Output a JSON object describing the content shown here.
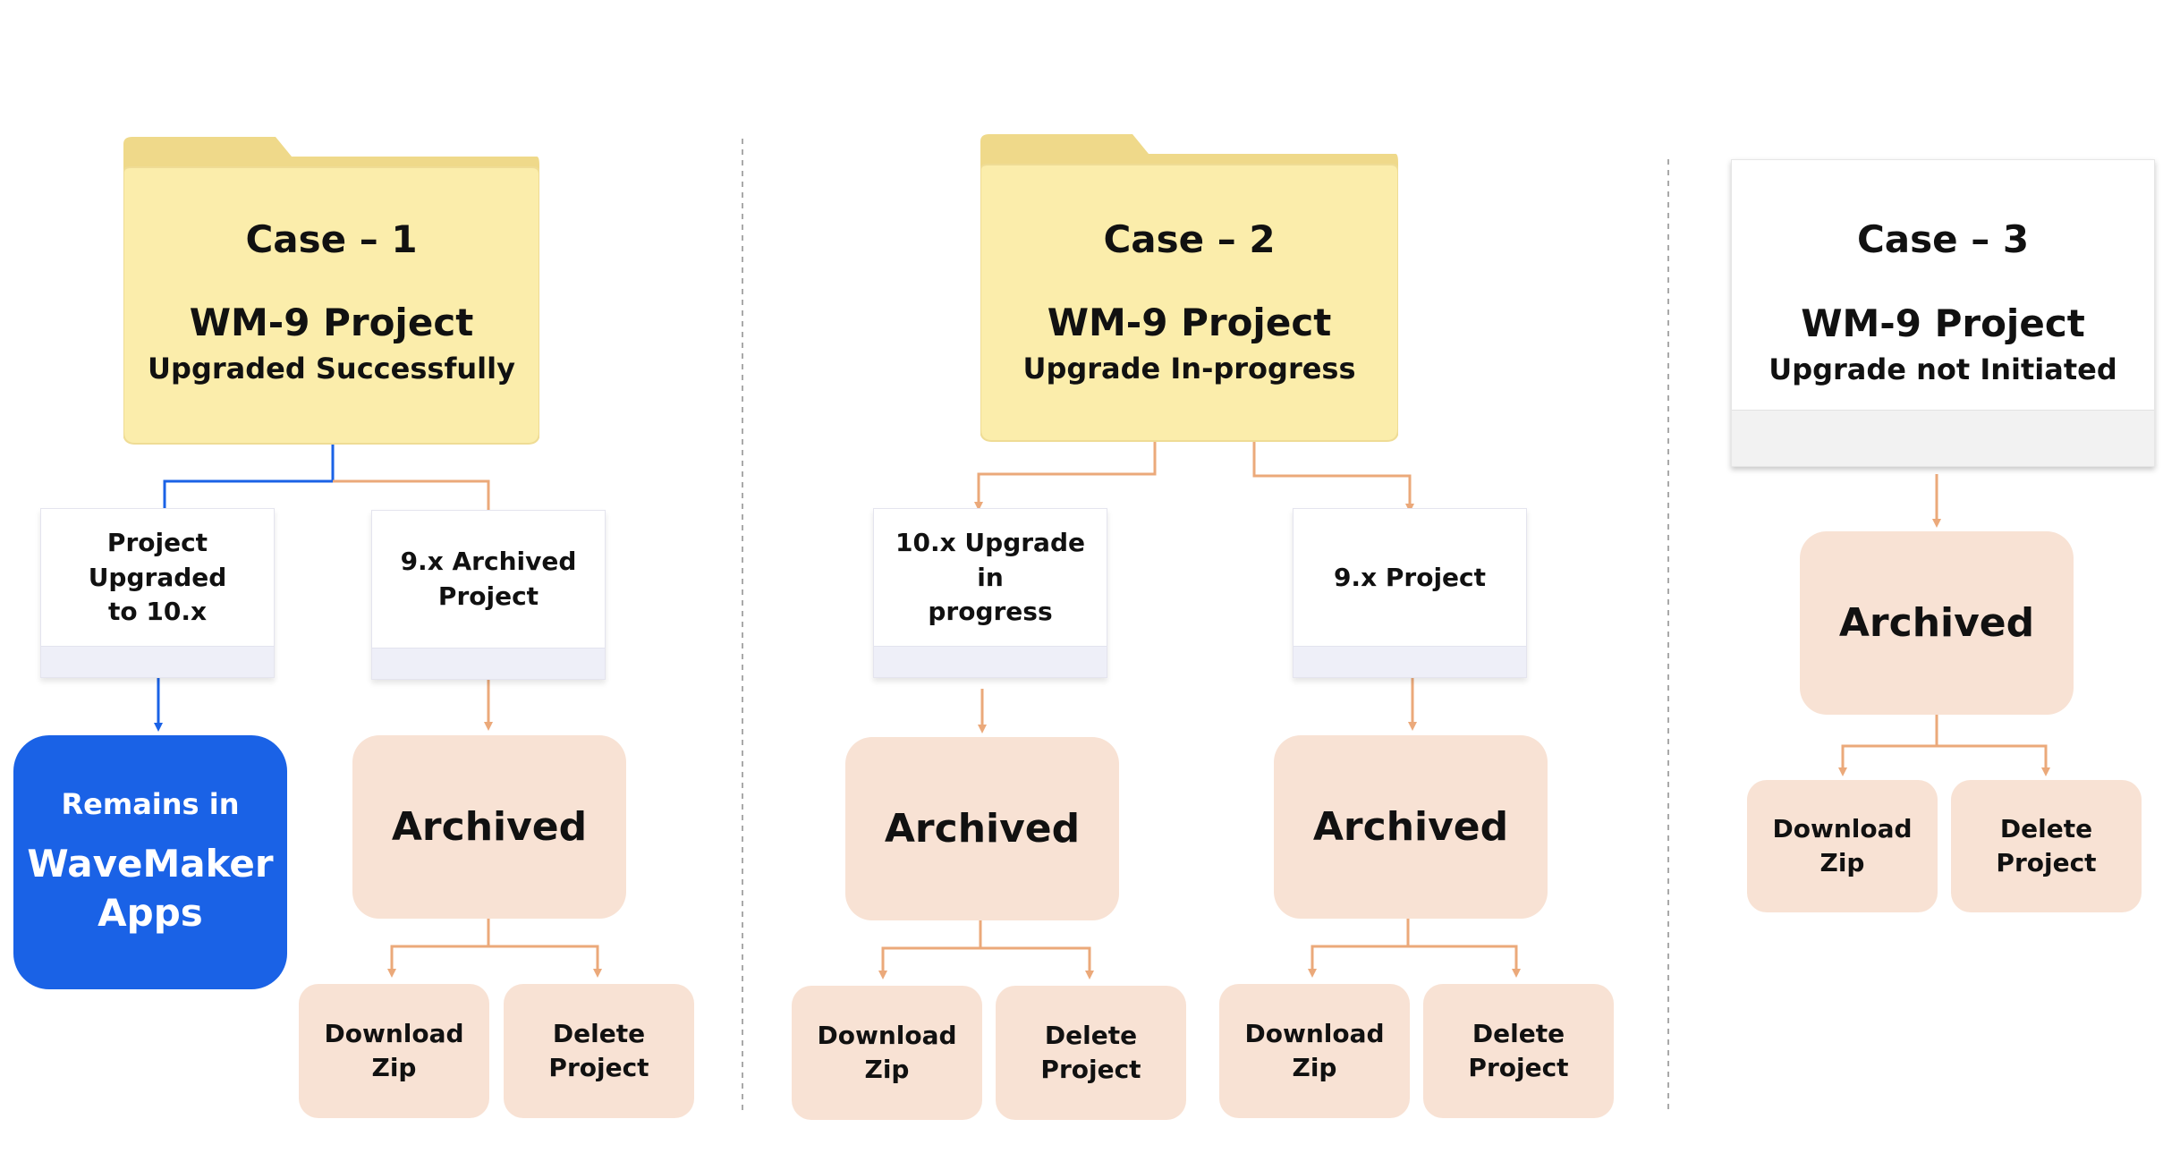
{
  "case1": {
    "case_label": "Case – 1",
    "project": "WM-9 Project",
    "status": "Upgraded Successfully",
    "left_card": "Project Upgraded\nto 10.x",
    "right_card": "9.x Archived\nProject",
    "remains": {
      "line1": "Remains in",
      "line2": "WaveMaker\nApps"
    },
    "archived": "Archived",
    "download": "Download\nZip",
    "delete": "Delete\nProject"
  },
  "case2": {
    "case_label": "Case – 2",
    "project": "WM-9 Project",
    "status": "Upgrade In-progress",
    "left_card": "10.x Upgrade in\nprogress",
    "right_card": "9.x Project",
    "left_archived": "Archived",
    "right_archived": "Archived",
    "left_download": "Download\nZip",
    "left_delete": "Delete\nProject",
    "right_download": "Download\nZip",
    "right_delete": "Delete\nProject"
  },
  "case3": {
    "case_label": "Case – 3",
    "project": "WM-9 Project",
    "status": "Upgrade not Initiated",
    "archived": "Archived",
    "download": "Download\nZip",
    "delete": "Delete\nProject"
  },
  "colors": {
    "folder_body": "#fbedab",
    "folder_tab": "#efd98a",
    "peach": "#f8e2d4",
    "orange_line": "#eba97a",
    "blue": "#1a62e6",
    "divider": "#a9a9a9"
  }
}
